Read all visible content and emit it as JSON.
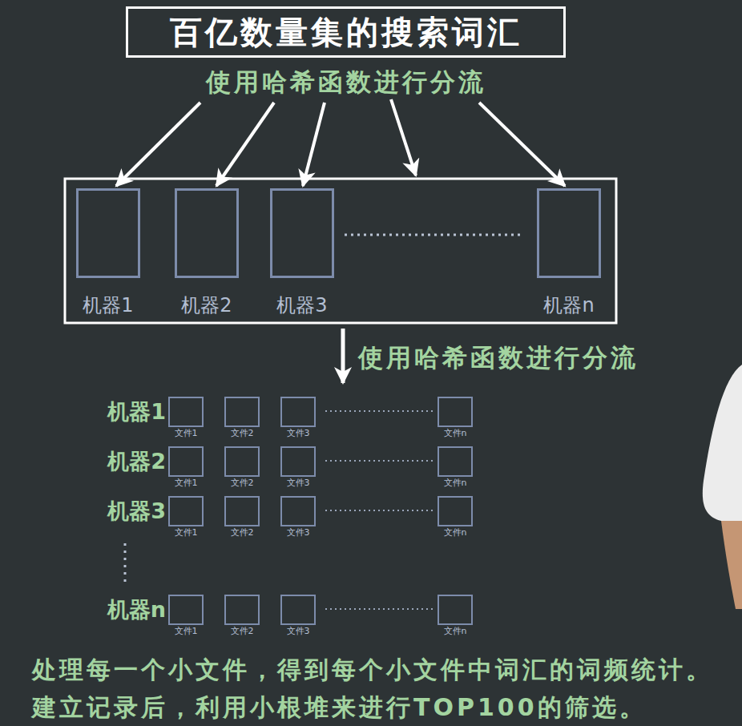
{
  "diagram": {
    "caption": "处理每一个小文件，得到每个小文件中词汇的词频统计。 建立记录后，利用小根堆来进行TOP100的筛选。",
    "nodes": [
      {
        "text": [
          "百亿数量集的搜索词汇",
          "使用哈希函数进行分流"
        ]
      },
      {
        "text": [
          "机器1"
        ]
      },
      {
        "text": [
          "机器2"
        ]
      },
      {
        "text": [
          "机器3"
        ]
      },
      {
        "text": [
          "机器n"
        ]
      },
      {
        "text": [
          "文件1"
        ]
      },
      {
        "text": [
          "文件2"
        ]
      },
      {
        "text": [
          "文件3"
        ]
      },
      {
        "text": [
          "文件n"
        ]
      },
      {
        "text": [
          "文件1"
        ]
      },
      {
        "text": [
          "文件2"
        ]
      },
      {
        "text": [
          "文件3"
        ]
      },
      {
        "text": [
          "文件n"
        ]
      },
      {
        "text": [
          "文件1"
        ]
      },
      {
        "text": [
          "文件2"
        ]
      },
      {
        "text": [
          "文件3"
        ]
      },
      {
        "text": [
          "文件n"
        ]
      },
      {
        "text": [
          "文件1"
        ]
      },
      {
        "text": [
          "文件2"
        ]
      },
      {
        "text": [
          "文件3"
        ]
      },
      {
        "text": [
          "文件n"
        ]
      }
    ],
    "edges": [
      {
        "from": 0,
        "to": 1,
        "arrow": "to"
      },
      {
        "from": 0,
        "to": 2,
        "arrow": "to"
      },
      {
        "from": 0,
        "to": 3,
        "arrow": "to"
      },
      {
        "from": 0,
        "to": 4,
        "arrow": "to"
      }
    ],
    "labels": [
      "使用哈希函数进行分流",
      "机器1",
      "机器2",
      "机器3",
      "机器n"
    ]
  }
}
